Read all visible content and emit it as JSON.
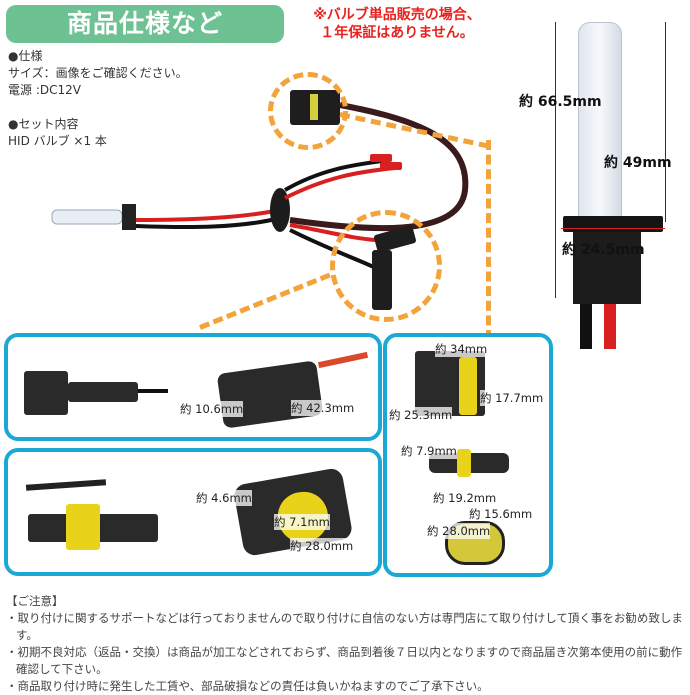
{
  "header": {
    "title": "商品仕様など",
    "warning_line1": "※バルブ単品販売の場合、",
    "warning_line2": "１年保証はありません。"
  },
  "spec": {
    "section1_heading": "●仕様",
    "size": "サイズ：画像をご確認ください。",
    "power": "電源 :DC12V",
    "section2_heading": "●セット内容",
    "contents": "HID バルブ ×1 本"
  },
  "bulb_dimensions": {
    "length_total": "約 66.5mm",
    "length_glass": "約 49mm",
    "base_width": "約 24.5mm"
  },
  "panel_top_left": {
    "dim_opening": "約 10.6mm",
    "dim_length": "約 42.3mm"
  },
  "panel_top_right": {
    "dim_width": "約 34mm",
    "dim_height": "約 17.7mm",
    "dim_depth": "約 25.3mm"
  },
  "panel_bottom_left": {
    "dim_a": "約 4.6mm",
    "dim_b": "約 7.1mm",
    "dim_c": "約 28.0mm"
  },
  "panel_bottom_right": {
    "dim_a": "約 7.9mm",
    "dim_b": "約 19.2mm",
    "dim_c": "約 15.6mm",
    "dim_d": "約 28.0mm"
  },
  "notice": {
    "heading": "【ご注意】",
    "items": [
      "・取り付けに関するサポートなどは行っておりませんので取り付けに自信のない方は専門店にて取り付けして頂く事をお勧め致します。",
      "・初期不良対応（返品・交換）は商品が加工などされておらず、商品到着後７日以内となりますので商品届き次第本使用の前に動作確認して下さい。",
      "・商品取り付け時に発生した工賃や、部品破損などの責任は負いかねますのでご了承下さい。"
    ]
  },
  "colors": {
    "title_bg": "#6dc193",
    "warning": "#e8221f",
    "panel_border": "#1ba8d4",
    "callout": "#f2a33a"
  }
}
